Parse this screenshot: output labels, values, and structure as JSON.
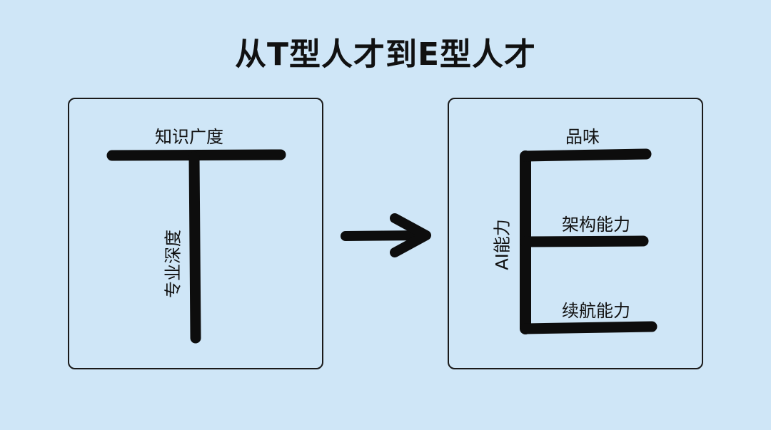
{
  "title": "从T型人才到E型人才",
  "colors": {
    "background": "#cfe6f7",
    "stroke": "#0d0d0d",
    "panel_border": "#1a1a1a"
  },
  "t_panel": {
    "horizontal_label": "知识广度",
    "vertical_label": "专业深度"
  },
  "e_panel": {
    "vertical_label": "AI能力",
    "top_label": "品味",
    "middle_label": "架构能力",
    "bottom_label": "续航能力"
  },
  "arrow": {
    "direction": "right"
  }
}
